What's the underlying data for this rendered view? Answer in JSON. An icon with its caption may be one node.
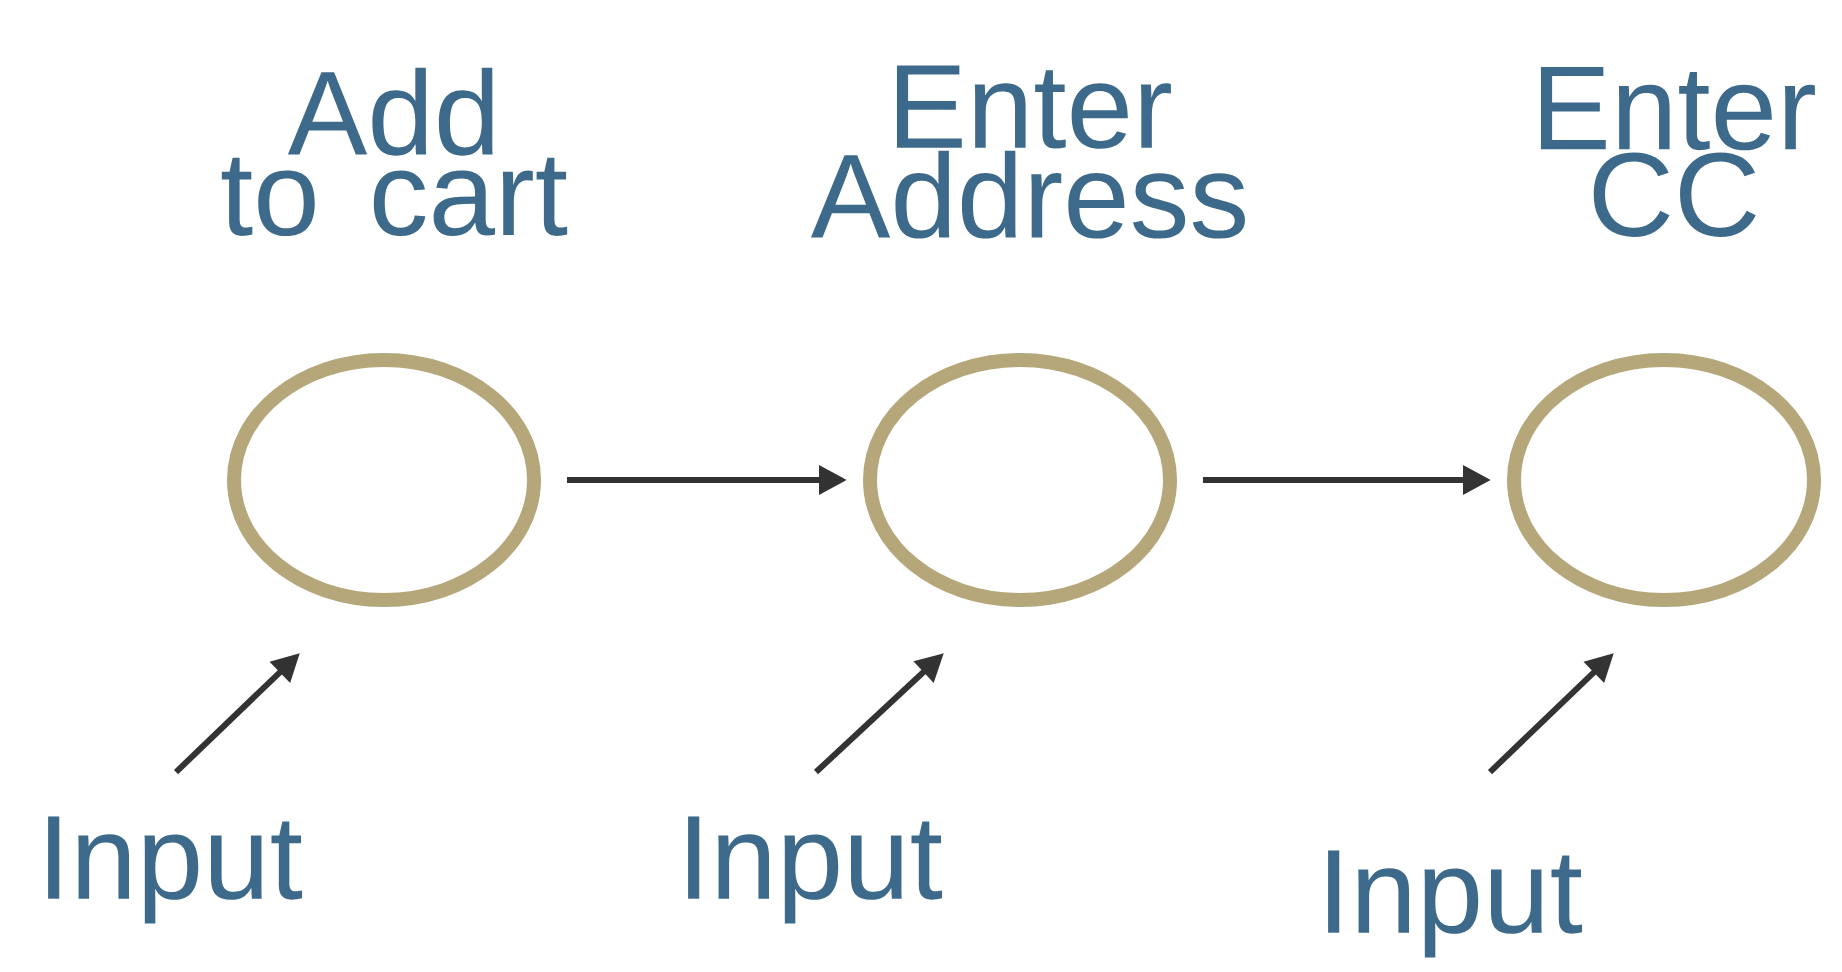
{
  "diagram": {
    "nodes": [
      {
        "text": [
          "Add to cart"
        ]
      },
      {
        "text": [
          "Enter Address"
        ]
      },
      {
        "text": [
          "Enter CC"
        ]
      },
      {
        "text": [
          "Input"
        ]
      },
      {
        "text": [
          "Input"
        ]
      },
      {
        "text": [
          "Input"
        ]
      }
    ],
    "edges": [
      {
        "from": 0,
        "to": 1,
        "arrow": "to"
      },
      {
        "from": 1,
        "to": 2,
        "arrow": "to"
      },
      {
        "from": 3,
        "to": 0,
        "arrow": "to"
      },
      {
        "from": 4,
        "to": 1,
        "arrow": "to"
      },
      {
        "from": 5,
        "to": 2,
        "arrow": "to"
      }
    ]
  }
}
